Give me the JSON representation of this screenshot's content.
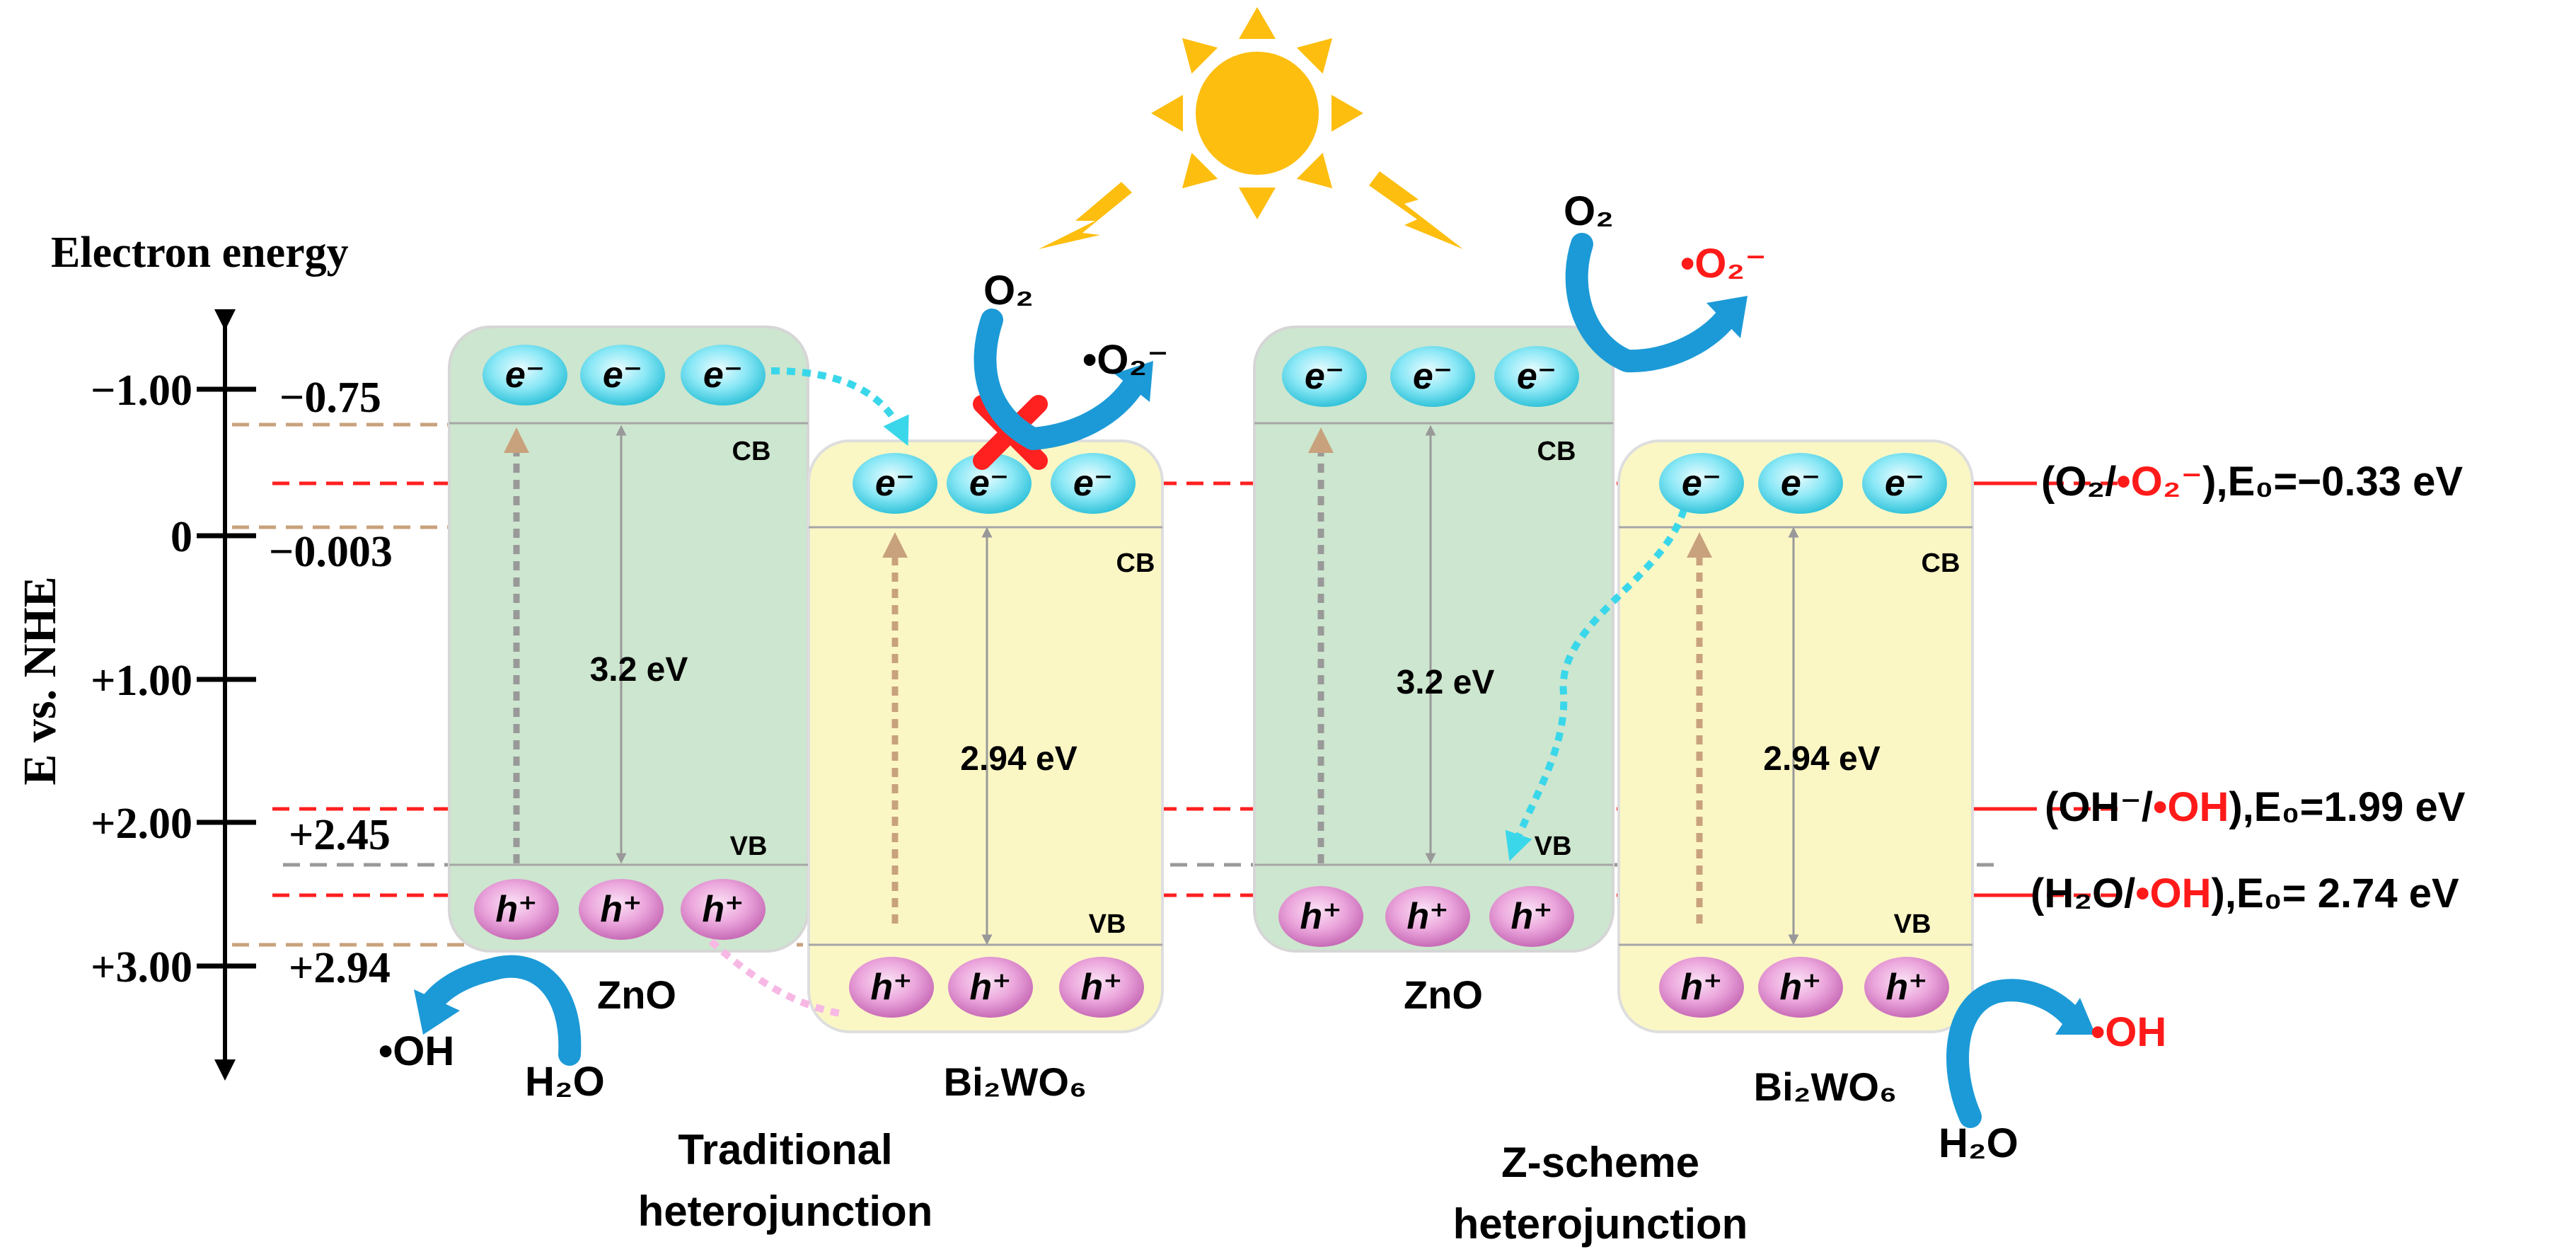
{
  "axis": {
    "title": "Electron energy",
    "ylabel": "E vs. NHE",
    "ticks": [
      "−1.00",
      "0",
      "+1.00",
      "+2.00",
      "+3.00"
    ]
  },
  "band_edges": [
    "−0.75",
    "−0.003",
    "+2.45",
    "+2.94"
  ],
  "band_labels": {
    "cb": "CB",
    "vb": "VB",
    "zno_gap": "3.2 eV",
    "bwo_gap": "2.94 eV"
  },
  "materials": {
    "zno": "ZnO",
    "bwo": "Bi₂WO₆"
  },
  "carriers": {
    "electron": "e⁻",
    "hole": "h⁺"
  },
  "species": {
    "o2": "O₂",
    "superoxide": "•O₂⁻",
    "oh_radical": "•OH",
    "h2o": "H₂O"
  },
  "panels": {
    "traditional": [
      "Traditional",
      "heterojunction"
    ],
    "zscheme": [
      "Z-scheme",
      "heterojunction"
    ]
  },
  "potentials": [
    {
      "couple_prefix": "(O₂/",
      "couple_radical": "•O₂⁻",
      "couple_suffix": "),E₀=−0.33 eV"
    },
    {
      "couple_prefix": "(OH⁻/",
      "couple_radical": "•OH",
      "couple_suffix": "),E₀=1.99 eV"
    },
    {
      "couple_prefix": "(H₂O/",
      "couple_radical": "•OH",
      "couple_suffix": "),E₀= 2.74 eV"
    }
  ],
  "colors": {
    "zno_box": "#cde6cf",
    "bwo_box": "#fbf7c5",
    "electron": "#59d8ec",
    "hole": "#e89ad6",
    "flow_arrow": "#1c9ad7",
    "transfer_arrow": "#3ad7ea",
    "blocked_mark": "#ff2020",
    "radical_text": "#ff1a1a",
    "sun": "#fdbe10"
  }
}
